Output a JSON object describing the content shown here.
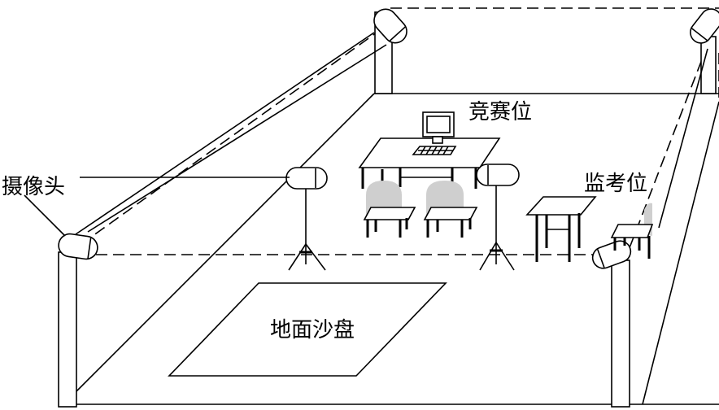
{
  "labels": {
    "camera": "摄像头",
    "competition": "竞赛位",
    "proctor": "监考位",
    "sandtable": "地面沙盘"
  },
  "colors": {
    "line": "#000000",
    "chair": "#cfcfcf",
    "background": "#ffffff"
  }
}
